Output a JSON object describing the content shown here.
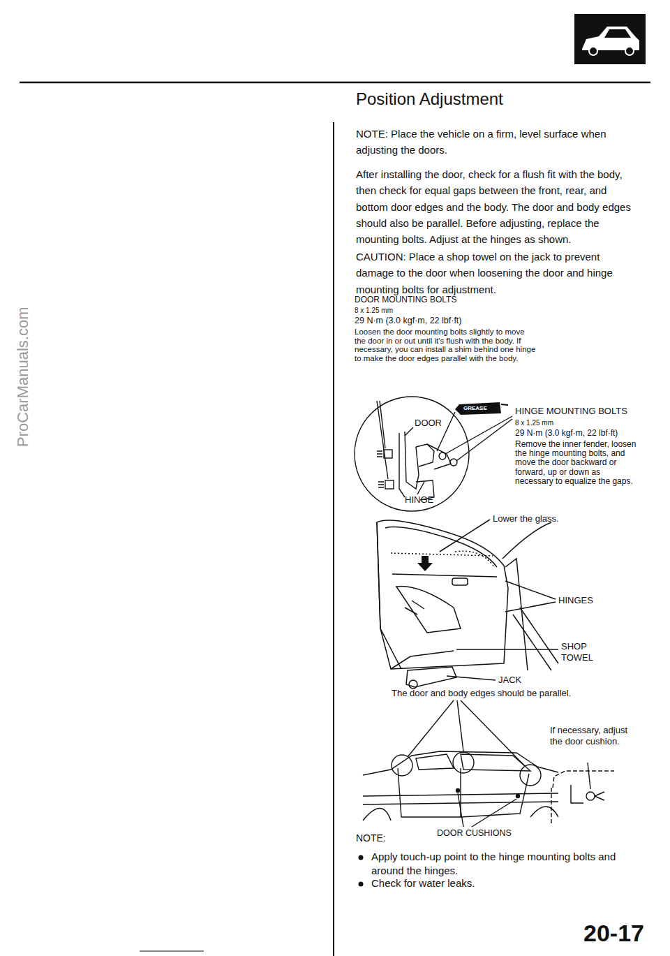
{
  "diagram": {
    "title": "Position Adjustment",
    "labels": [
      "ProCarManuals.com",
      "NOTE: Place the vehicle on a firm, level surface when adjusting the doors.",
      "After installing the door, check for a flush fit with the body, then check for equal gaps between the front, rear, and bottom door edges and the body. The door and body edges should also be parallel. Before adjusting, replace the mounting bolts. Adjust at the hinges as shown.",
      "CAUTION: Place a shop towel on the jack to prevent damage to the door when loosening the door and hinge mounting bolts for adjustment.",
      "DOOR MOUNTING BOLTS",
      "8 x 1.25 mm",
      "29 N·m (3.0 kgf·m, 22 lbf·ft)",
      "Loosen the door mounting bolts slightly to move the door in or out until it's flush with the body. If necessary, you can install a shim behind one hinge to make the door edges parallel with the body.",
      "GREASE",
      "DOOR",
      "HINGE",
      "HINGE MOUNTING BOLTS",
      "8 x 1.25 mm",
      "29 N·m (3.0 kgf·m, 22 lbf·ft)",
      "Remove the inner fender, loosen the hinge mounting bolts, and move the door backward or forward, up or down as necessary to equalize the gaps.",
      "Lower the glass.",
      "HINGES",
      "SHOP TOWEL",
      "JACK",
      "The door and body edges should be parallel.",
      "If necessary, adjust the door cushion.",
      "DOOR CUSHIONS",
      "NOTE:",
      "Apply touch-up point to the hinge mounting bolts and around the hinges.",
      "Check for water leaks.",
      "20-17"
    ]
  }
}
